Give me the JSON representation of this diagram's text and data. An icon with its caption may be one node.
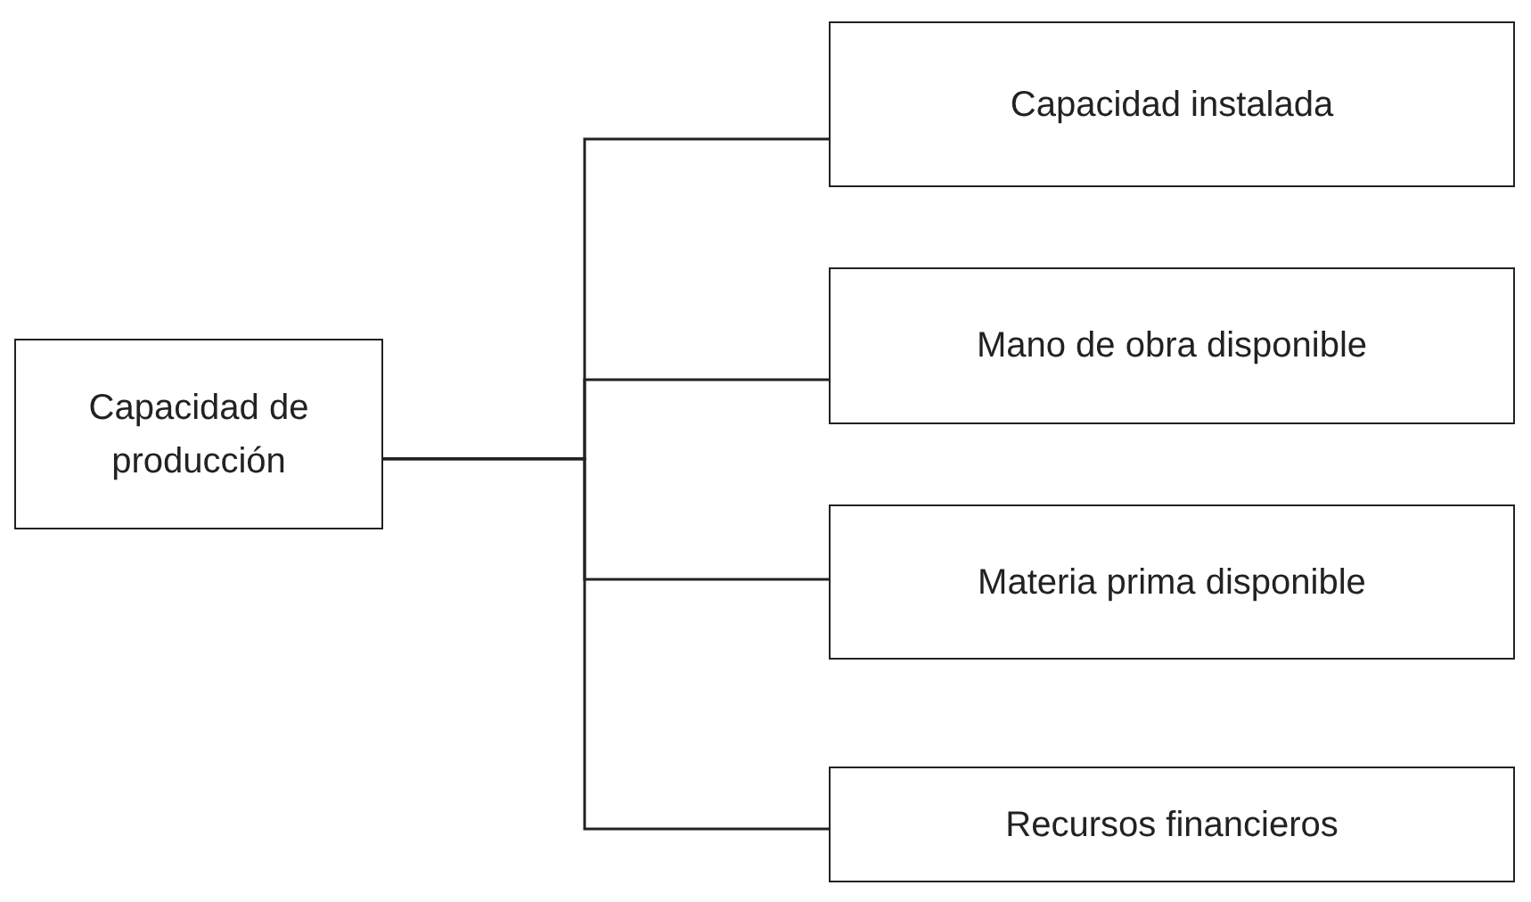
{
  "diagram": {
    "nodes": [
      {
        "text": [
          "Capacidad de producción"
        ]
      },
      {
        "text": [
          "Capacidad instalada"
        ]
      },
      {
        "text": [
          "Mano de obra disponible"
        ]
      },
      {
        "text": [
          "Materia prima disponible"
        ]
      },
      {
        "text": [
          "Recursos financieros"
        ]
      }
    ],
    "edges": [
      {
        "from": 0,
        "to": 1,
        "arrow": "none"
      },
      {
        "from": 0,
        "to": 2,
        "arrow": "none"
      },
      {
        "from": 0,
        "to": 3,
        "arrow": "none"
      },
      {
        "from": 0,
        "to": 4,
        "arrow": "none"
      }
    ]
  }
}
